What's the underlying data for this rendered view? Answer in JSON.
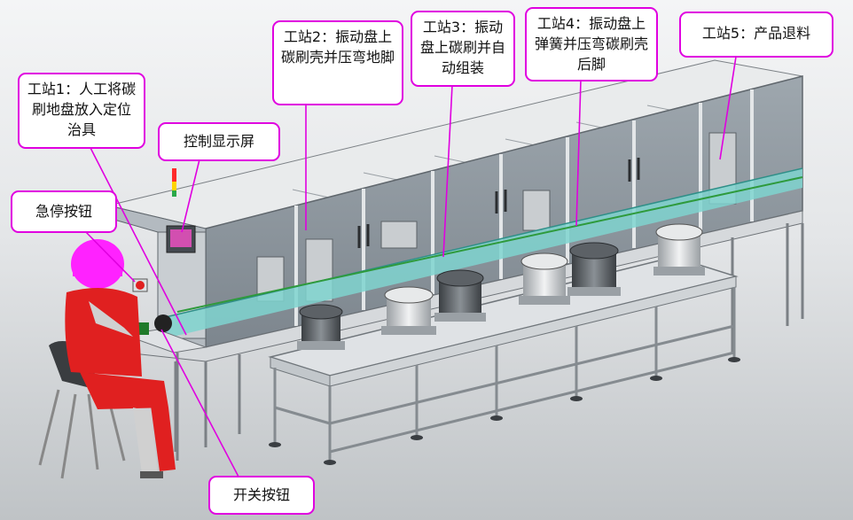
{
  "callouts": {
    "station1": "工站1：人工将碳刷地盘放入定位治具",
    "control_screen": "控制显示屏",
    "emergency_stop": "急停按钮",
    "station2": "工站2：振动盘上碳刷壳并压弯地脚",
    "station3": "工站3：振动盘上碳刷并自动组装",
    "station4": "工站4：振动盘上弹簧并压弯碳刷壳后脚",
    "station5": "工站5：产品退料",
    "switch_button": "开关按钮"
  },
  "colors": {
    "callout_border": "#e000e0",
    "leader_line": "#e000e0",
    "operator_helmet": "#ff22ff",
    "operator_body": "#e02020",
    "frame": "#d6d9dc",
    "glass": "#8a949c",
    "conveyor": "#7fd3cf"
  }
}
